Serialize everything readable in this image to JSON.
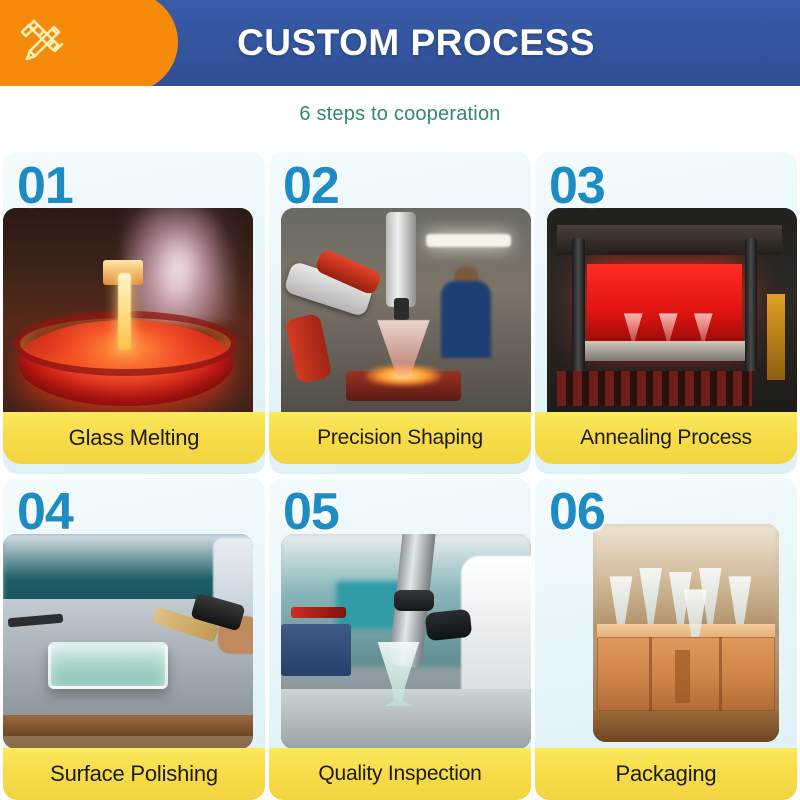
{
  "header": {
    "title": "CUSTOM PROCESS",
    "icon": "crossed-pencil-ruler-icon",
    "bar_color": "#33559e",
    "badge_color": "#f58a0b"
  },
  "subtitle": {
    "text": "6 steps to cooperation",
    "color": "#2f8a74"
  },
  "theme": {
    "card_background": "#e7f6fa",
    "number_color": "#1d8cc4",
    "label_background": "#f7dd49",
    "label_text_color": "#1c1c1c",
    "page_background": "#ffffff"
  },
  "steps": [
    {
      "number": "01",
      "label": "Glass Melting",
      "image_alt": "Molten glass being poured into a glowing red crucible with rising steam"
    },
    {
      "number": "02",
      "label": "Precision Shaping",
      "image_alt": "Red robotic arm shaping a hot glass goblet on a mold in a factory"
    },
    {
      "number": "03",
      "label": "Annealing Process",
      "image_alt": "Three glasses on a shelf inside a glowing red annealing oven"
    },
    {
      "number": "04",
      "label": "Surface Polishing",
      "image_alt": "Worker polishing a rectangular glass panel on a metal workbench"
    },
    {
      "number": "05",
      "label": "Quality Inspection",
      "image_alt": "Robotic inspection arm positioned above a clear glass goblet"
    },
    {
      "number": "06",
      "label": "Packaging",
      "image_alt": "Clear stemmed glasses arranged on top of cardboard packing boxes"
    }
  ]
}
